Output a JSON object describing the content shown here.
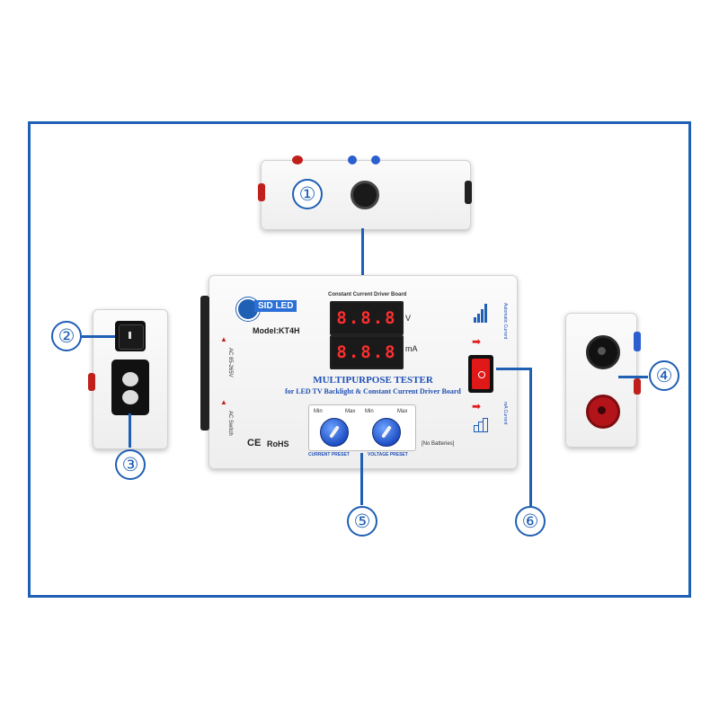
{
  "callouts": [
    "①",
    "②",
    "③",
    "④",
    "⑤",
    "⑥"
  ],
  "tester": {
    "logo": "SID LED",
    "model": "Model:KT4H",
    "driver_heading": "Constant Current Driver Board",
    "display_voltage": "8.8.8",
    "display_current": "8.8.8",
    "voltage_unit": "V",
    "current_unit": "mA",
    "title": "MULTIPURPOSE TESTER",
    "subtitle": "for LED TV Backlight & Constant Current Driver Board",
    "ac_range": "AC 85-265V",
    "ac_switch": "AC Switch",
    "knob_min": "Min",
    "knob_max": "Max",
    "current_preset": "CURRENT PRESET",
    "voltage_preset": "VOLTAGE PRESET",
    "ce_mark": "CE",
    "rohs": "RoHS",
    "no_batteries": "[No Batteries]",
    "auto_current": "Automatic Current",
    "mA_current": "mA Current"
  },
  "colors": {
    "frame": "#1f5fb4",
    "display_digits": "#ff2e2e",
    "knob": "#1e4fc5",
    "switch": "#e01818"
  }
}
